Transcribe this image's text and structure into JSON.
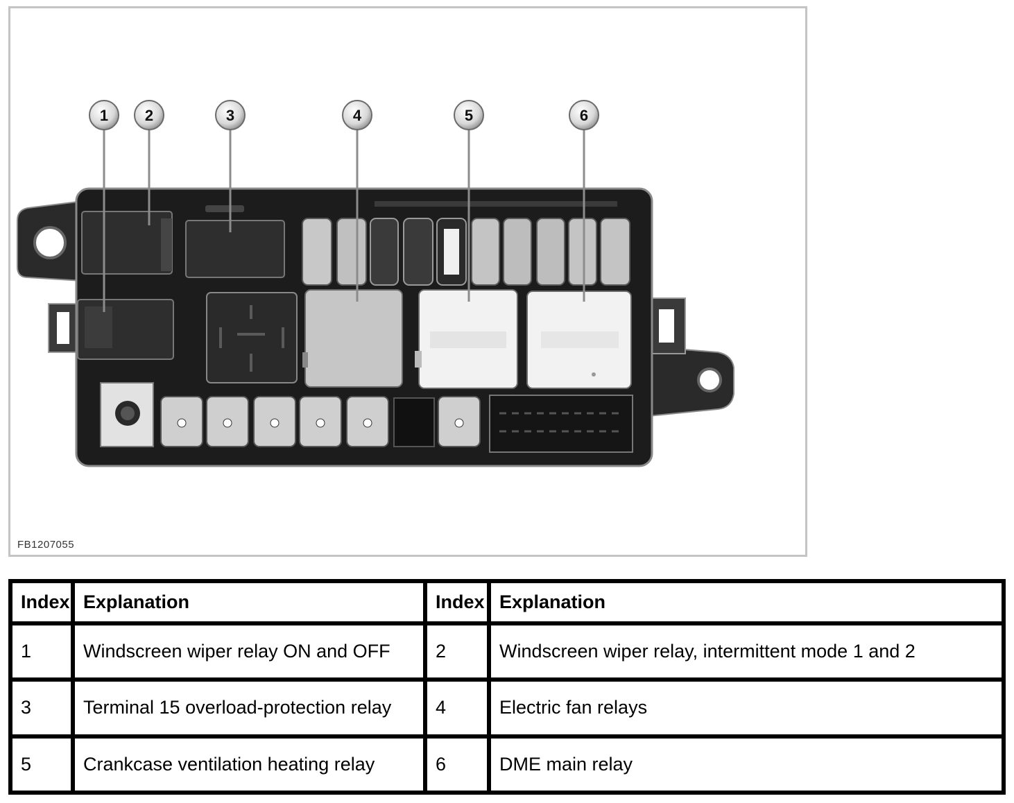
{
  "figure": {
    "id_label": "FB1207055",
    "callouts": [
      "1",
      "2",
      "3",
      "4",
      "5",
      "6"
    ],
    "colors": {
      "housing": "#1a1a1a",
      "housing_edge": "#777777",
      "relay_grey": "#c6c6c6",
      "relay_white": "#f2f2f2",
      "relay_dark": "#2c2c2c",
      "fuse": "#bdbdbd",
      "callout_fill": "#dcdcdc",
      "leader": "#888888"
    }
  },
  "table": {
    "headers": [
      "Index",
      "Explanation",
      "Index",
      "Explanation"
    ],
    "rows": [
      [
        "1",
        "Windscreen wiper relay ON and OFF",
        "2",
        "Windscreen wiper relay, intermittent mode 1 and 2"
      ],
      [
        "3",
        "Terminal 15 overload-protection relay",
        "4",
        "Electric fan relays"
      ],
      [
        "5",
        "Crankcase ventilation heating relay",
        "6",
        "DME main relay"
      ]
    ]
  }
}
